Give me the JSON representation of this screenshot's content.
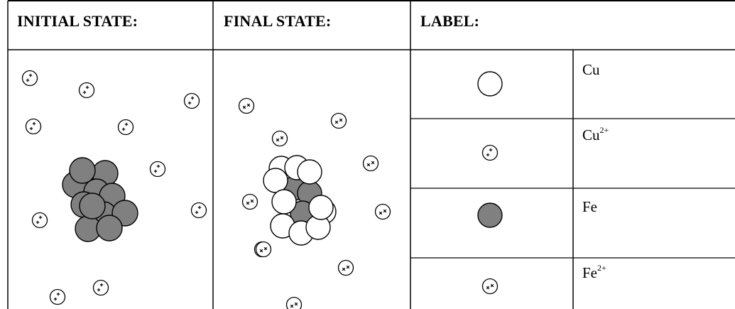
{
  "headers": {
    "initial": "INITIAL STATE:",
    "final": "FINAL STATE:",
    "label": "LABEL:"
  },
  "legend": [
    {
      "species": "Cu",
      "base": "Cu",
      "charge": "",
      "symbol": "open-circle-icon"
    },
    {
      "species": "Cu2+",
      "base": "Cu",
      "charge": "2+",
      "symbol": "plus-ion-icon"
    },
    {
      "species": "Fe",
      "base": "Fe",
      "charge": "",
      "symbol": "filled-circle-icon"
    },
    {
      "species": "Fe2+",
      "base": "Fe",
      "charge": "2+",
      "symbol": "x-ion-icon"
    }
  ],
  "colors": {
    "line": "#000000",
    "fe_fill": "#808080",
    "cu_fill": "#ffffff",
    "background": "#ffffff"
  },
  "initial_state": {
    "cu2_ions": 10,
    "fe_atoms": 12,
    "cu_atoms": 0,
    "fe2_ions": 0
  },
  "final_state": {
    "cu2_ions": 0,
    "fe_atoms": 3,
    "cu_atoms": 10,
    "fe2_ions": 10
  }
}
